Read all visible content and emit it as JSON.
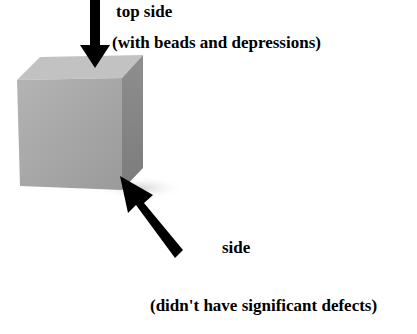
{
  "diagram": {
    "labels": [
      "top side",
      "(with beads and depressions)",
      "side",
      "(didn't have significant defects)"
    ]
  }
}
